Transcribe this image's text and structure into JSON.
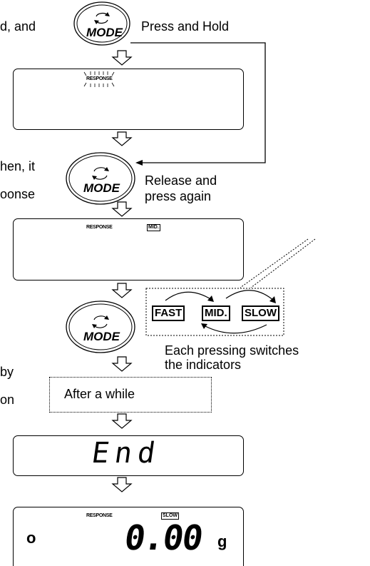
{
  "left_text": [
    "d, and",
    "hen, it",
    "oonse",
    "by",
    "on"
  ],
  "buttons": [
    {
      "label": "MODE"
    },
    {
      "label": "MODE"
    },
    {
      "label": "MODE"
    }
  ],
  "labels": {
    "press_hold": "Press and Hold",
    "release_line1": "Release and",
    "release_line2": "press again",
    "each_line1": "Each pressing switches",
    "each_line2": "the indicators",
    "after_while": "After a while"
  },
  "panel1": {
    "response": "RESPONSE"
  },
  "panel2": {
    "response": "RESPONSE",
    "indicator": "MID."
  },
  "selector": {
    "options": [
      "FAST",
      "MID.",
      "SLOW"
    ]
  },
  "panel_end": {
    "text": "End"
  },
  "panel_last": {
    "response": "RESPONSE",
    "indicator": "SLOW",
    "zero_mark": "o",
    "value": "0.00",
    "unit": "g"
  }
}
